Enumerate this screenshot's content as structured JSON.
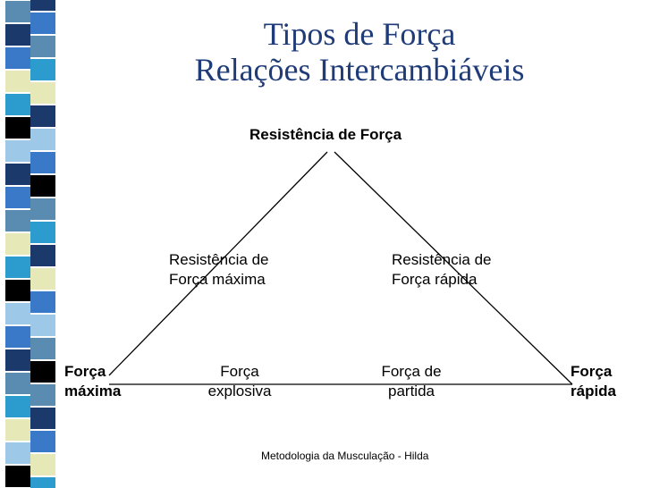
{
  "slide": {
    "title_line1": "Tipos de Força",
    "title_line2": "Relações Intercambiáveis",
    "footer": "Metodologia da Musculação - Hilda"
  },
  "diagram": {
    "apex": "Resistência de Força",
    "left_side": {
      "line1": "Resistência de",
      "line2": "Força máxima"
    },
    "right_side": {
      "line1": "Resistência de",
      "line2": "Força rápida"
    },
    "bottom_left_corner": {
      "line1": "Força",
      "line2": "máxima"
    },
    "bottom_right_corner": {
      "line1": "Força",
      "line2": "rápida"
    },
    "bottom_mid_left": {
      "line1": "Força",
      "line2": "explosiva"
    },
    "bottom_mid_right": {
      "line1": "Força de",
      "line2": "partida"
    }
  },
  "colors": {
    "title": "#1f3c78",
    "stripe_palette": [
      "#5a8bb0",
      "#1b3a6b",
      "#3a78c8",
      "#e6e8b8",
      "#2c9ccf",
      "#000000",
      "#ffffff",
      "#9ec8e8"
    ]
  }
}
